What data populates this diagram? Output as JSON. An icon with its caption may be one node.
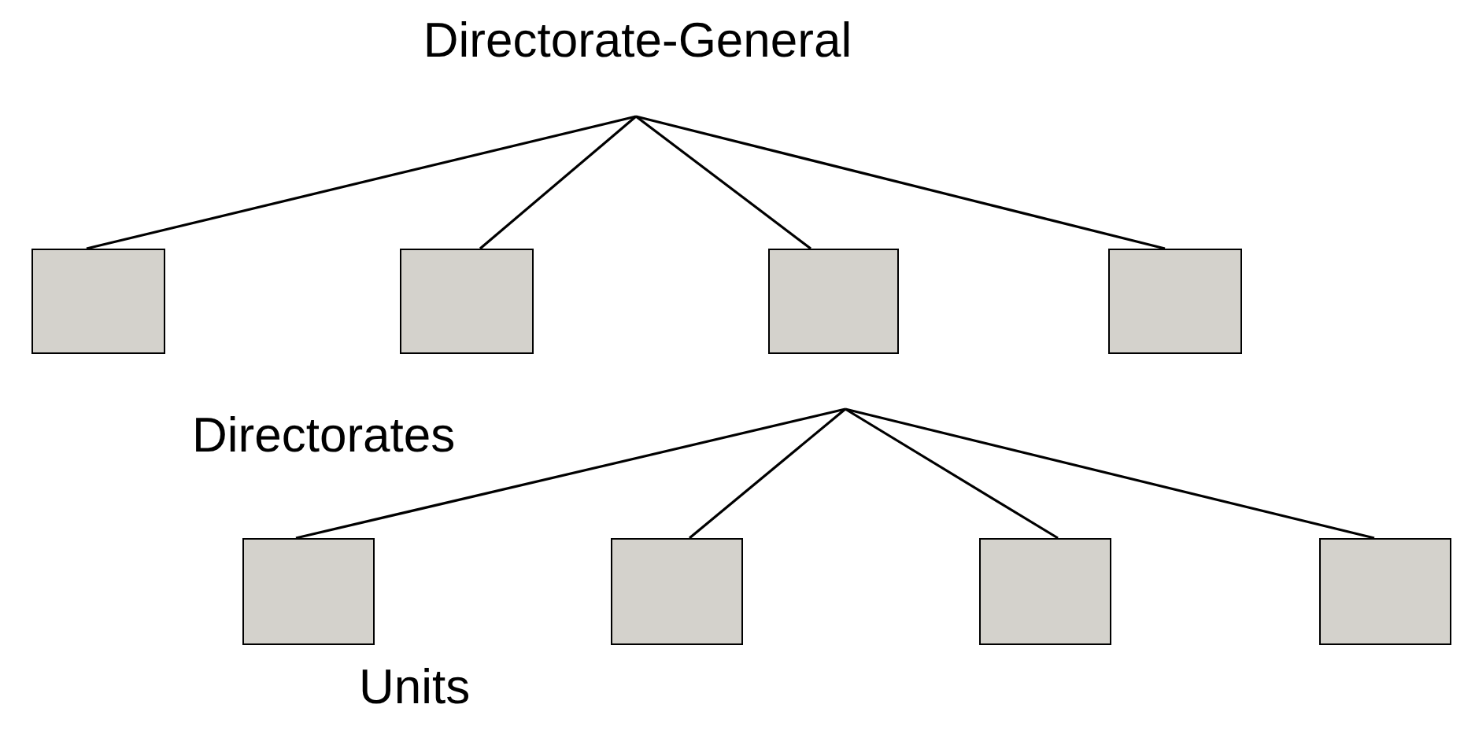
{
  "diagram": {
    "nodes": [
      {
        "text": [
          "Directorate-General"
        ]
      },
      {
        "text": [],
        "shape": "box"
      },
      {
        "text": [],
        "shape": "box"
      },
      {
        "text": [],
        "shape": "box"
      },
      {
        "text": [],
        "shape": "box"
      },
      {
        "text": [],
        "shape": "box"
      },
      {
        "text": [],
        "shape": "box"
      },
      {
        "text": [],
        "shape": "box"
      },
      {
        "text": [],
        "shape": "box"
      }
    ],
    "edges": [
      {
        "from": 0,
        "to": 1,
        "arrow": "none"
      },
      {
        "from": 0,
        "to": 2,
        "arrow": "none"
      },
      {
        "from": 0,
        "to": 3,
        "arrow": "none"
      },
      {
        "from": 0,
        "to": 4,
        "arrow": "none"
      },
      {
        "from": 3,
        "to": 5,
        "arrow": "none"
      },
      {
        "from": 3,
        "to": 6,
        "arrow": "none"
      },
      {
        "from": 3,
        "to": 7,
        "arrow": "none"
      },
      {
        "from": 3,
        "to": 8,
        "arrow": "none"
      }
    ],
    "labels": [
      "Directorates",
      "Units"
    ]
  }
}
